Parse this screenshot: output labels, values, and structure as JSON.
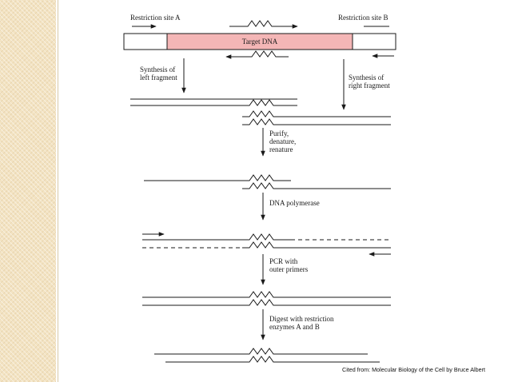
{
  "labels": {
    "restriction_site_a": "Restriction site A",
    "restriction_site_b": "Restriction site B",
    "target_dna": "Target DNA",
    "synthesis_left_1": "Synthesis of",
    "synthesis_left_2": "left fragment",
    "synthesis_right_1": "Synthesis of",
    "synthesis_right_2": "right fragment",
    "purify_1": "Purify,",
    "purify_2": "denature,",
    "purify_3": "renature",
    "dna_polymerase": "DNA polymerase",
    "pcr_1": "PCR with",
    "pcr_2": "outer primers",
    "digest_1": "Digest with restriction",
    "digest_2": "enzymes A and B"
  },
  "citation": "Cited from: Molecular Biology of the Cell by Bruce Albert",
  "colors": {
    "target_fill": "#f4b6b6",
    "panel": "#f3e3c2",
    "line": "#1a1a1a"
  }
}
